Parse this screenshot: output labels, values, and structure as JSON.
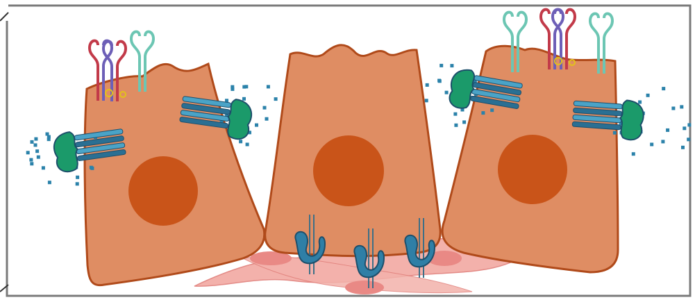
{
  "figure": {
    "frame_color": "#7a7a7a",
    "background": "#ffffff"
  },
  "palette": {
    "cell_fill": "#df8d63",
    "cell_stroke": "#b04a1a",
    "nucleus": "#c95419",
    "ecm_fill": "#f2a9a2",
    "ecm_stroke": "#e07e79",
    "ion_dot": "#2b82aa",
    "channel_blue": "#2a6f93",
    "channel_light": "#4aa3c7",
    "channel_green": "#1b9a6a",
    "receptor_red": "#c23a49",
    "receptor_purple": "#6d5fb7",
    "receptor_teal": "#6cc6b3",
    "ligand_yellow": "#e2c21a",
    "integrin_teal": "#2f7fa6"
  },
  "scene": {
    "cells": [
      "cell-left",
      "cell-middle",
      "cell-right"
    ],
    "ion_channels": 4,
    "apical_receptors": 3,
    "basal_integrins": 3
  }
}
